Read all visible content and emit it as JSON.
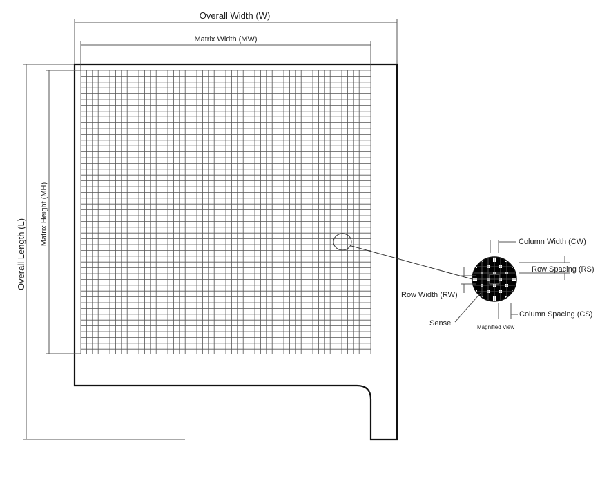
{
  "labels": {
    "overall_width": "Overall Width (W)",
    "matrix_width": "Matrix Width (MW)",
    "overall_length": "Overall Length (L)",
    "matrix_height": "Matrix Height (MH)",
    "column_width": "Column Width (CW)",
    "row_spacing": "Row Spacing (RS)",
    "row_width": "Row Width (RW)",
    "column_spacing": "Column Spacing (CS)",
    "sensel": "Sensel",
    "magnified_view": "Magnified View"
  },
  "colors": {
    "ink": "#111111",
    "grid": "#444444",
    "dim": "#555555",
    "sensel_fill": "#000000"
  }
}
